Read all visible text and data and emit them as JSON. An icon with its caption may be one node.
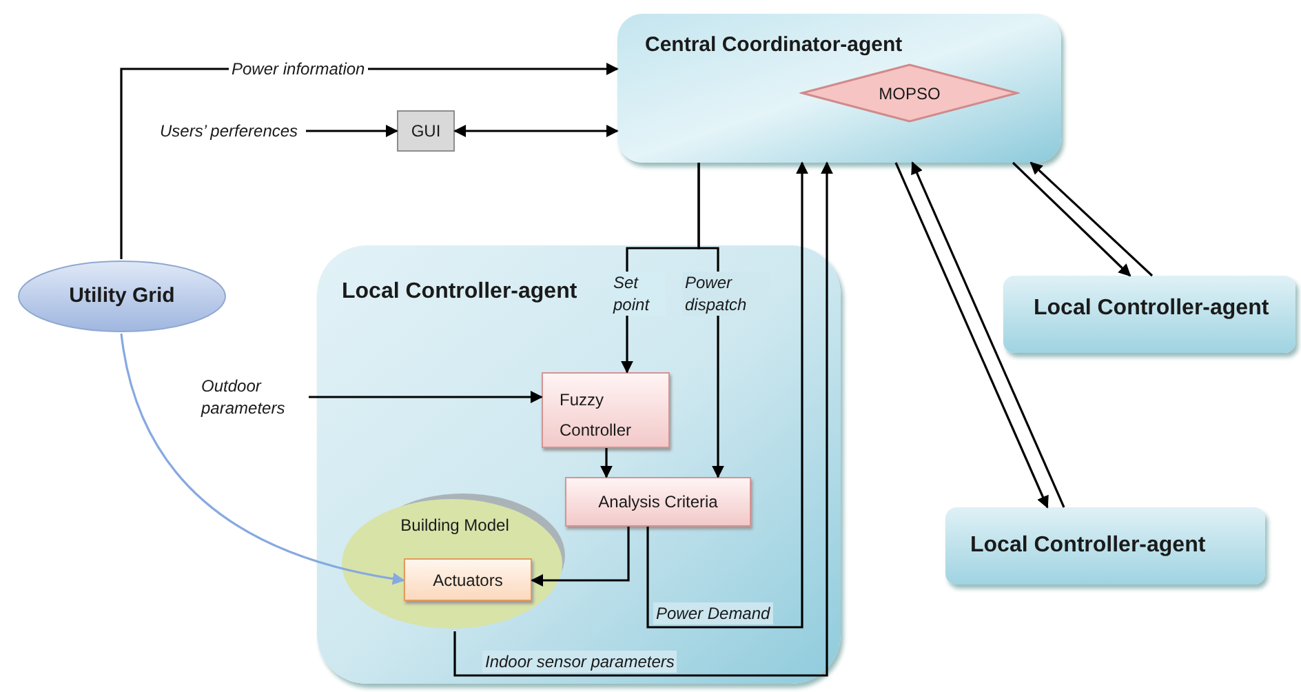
{
  "diagram": {
    "nodes": [
      {
        "text": [
          "Central Coordinator-agent"
        ]
      },
      {
        "text": [
          "MOPSO"
        ],
        "in": 0
      },
      {
        "text": [
          "GUI"
        ]
      },
      {
        "text": [
          "Utility Grid"
        ]
      },
      {
        "text": [
          "Local Controller-agent"
        ]
      },
      {
        "text": [
          "Fuzzy Controller"
        ],
        "in": 4
      },
      {
        "text": [
          "Analysis Criteria"
        ],
        "in": 4
      },
      {
        "text": [
          "Building Model"
        ],
        "in": 4
      },
      {
        "text": [
          "Actuators"
        ],
        "in": 7
      },
      {
        "text": [
          "Local Controller-agent"
        ]
      },
      {
        "text": [
          "Local Controller-agent"
        ]
      }
    ],
    "edges": [
      {
        "from": 3,
        "to": 0,
        "arrow": "to",
        "label": "Power information"
      },
      {
        "from": null,
        "to": 2,
        "arrow": "to",
        "label": "Users’ perferences"
      },
      {
        "from": 2,
        "to": 0,
        "arrow": "both"
      },
      {
        "from": 0,
        "to": 5,
        "arrow": "to",
        "label": "Set point"
      },
      {
        "from": 0,
        "to": 6,
        "arrow": "to",
        "label": "Power dispatch"
      },
      {
        "from": null,
        "to": 5,
        "arrow": "to",
        "label": "Outdoor parameters"
      },
      {
        "from": 5,
        "to": 6,
        "arrow": "to"
      },
      {
        "from": 6,
        "to": 8,
        "arrow": "to"
      },
      {
        "from": 6,
        "to": 0,
        "arrow": "to",
        "label": "Power Demand"
      },
      {
        "from": 7,
        "to": 0,
        "arrow": "to",
        "label": "Indoor sensor parameters"
      },
      {
        "from": 3,
        "to": 8,
        "arrow": "to",
        "color": "#86a9e0"
      },
      {
        "from": 0,
        "to": 10,
        "arrow": "to"
      },
      {
        "from": 10,
        "to": 0,
        "arrow": "to"
      },
      {
        "from": 0,
        "to": 9,
        "arrow": "to"
      },
      {
        "from": 9,
        "to": 0,
        "arrow": "to"
      }
    ]
  }
}
